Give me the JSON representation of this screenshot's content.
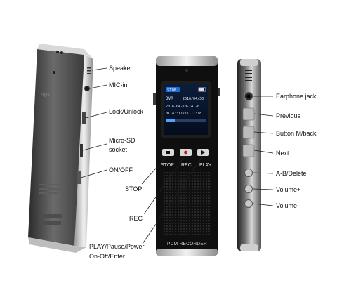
{
  "left_device": {
    "brand_text": "Hgdl",
    "labels": {
      "speaker": "Speaker",
      "mic_in": "MIC-in",
      "lock_unlock": "Lock/Unlock",
      "micro_sd_line1": "Micro-SD",
      "micro_sd_line2": "socket",
      "on_off": "ON/OFF"
    }
  },
  "center_device": {
    "display": {
      "badge": "STOP",
      "mode": "DVR",
      "date_top": "2016/04/30",
      "date_line": "2016-04-10-14:26",
      "time_line": "01:47:11/11:11:18"
    },
    "button_labels": {
      "stop": "STOP",
      "rec": "REC",
      "play": "PLAY"
    },
    "brand_text": "PCM RECORDER",
    "callouts": {
      "stop": "STOP",
      "rec": "REC",
      "play_line1": "PLAY/Pause/Power",
      "play_line2": "On-Off/Enter"
    }
  },
  "right_device": {
    "labels": {
      "earphone_jack": "Earphone jack",
      "previous": "Previous",
      "button_m_back": "Button M/back",
      "next": "Next",
      "ab_delete": "A-B/Delete",
      "volume_plus": "Volume+",
      "volume_minus": "Volume-"
    }
  }
}
